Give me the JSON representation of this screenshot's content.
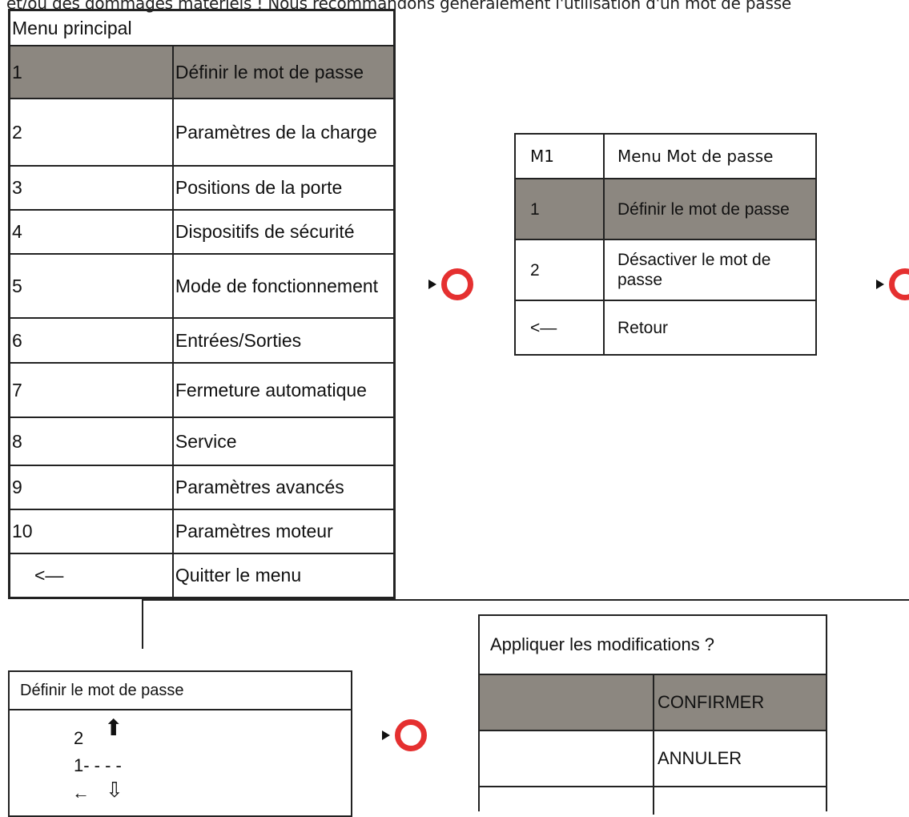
{
  "top_text": "et/ou des dommages matériels ! Nous recommandons généralement l'utilisation d'un mot de passe",
  "main_menu": {
    "title": "Menu principal",
    "items": [
      {
        "num": "1",
        "label": "Définir le mot de passe"
      },
      {
        "num": "2",
        "label": "Paramètres de la charge"
      },
      {
        "num": "3",
        "label": "Positions de la porte"
      },
      {
        "num": "4",
        "label": "Dispositifs de sécurité"
      },
      {
        "num": "5",
        "label": "Mode de fonctionnement"
      },
      {
        "num": "6",
        "label": "Entrées/Sorties"
      },
      {
        "num": "7",
        "label": "Fermeture automatique"
      },
      {
        "num": "8",
        "label": "Service"
      },
      {
        "num": "9",
        "label": "Paramètres avancés"
      },
      {
        "num": "10",
        "label": "Paramètres moteur"
      },
      {
        "num": "<—",
        "label": "Quitter le menu"
      }
    ]
  },
  "password_menu": {
    "code": "M1",
    "title": "Menu Mot de passe",
    "items": [
      {
        "num": "1",
        "label": "Définir le mot de passe"
      },
      {
        "num": "2",
        "label": "Désactiver le mot de passe"
      },
      {
        "num": "<—",
        "label": "Retour"
      }
    ]
  },
  "define_password": {
    "title": "Définir le mot de passe",
    "digit_top": "2",
    "entry": "1- - - -",
    "back_arrow": "←"
  },
  "apply_dialog": {
    "question": "Appliquer les modifications ?",
    "confirm": "CONFIRMER",
    "cancel": "ANNULER"
  },
  "colors": {
    "highlight": "#8c8780",
    "dot": "#e53030"
  }
}
